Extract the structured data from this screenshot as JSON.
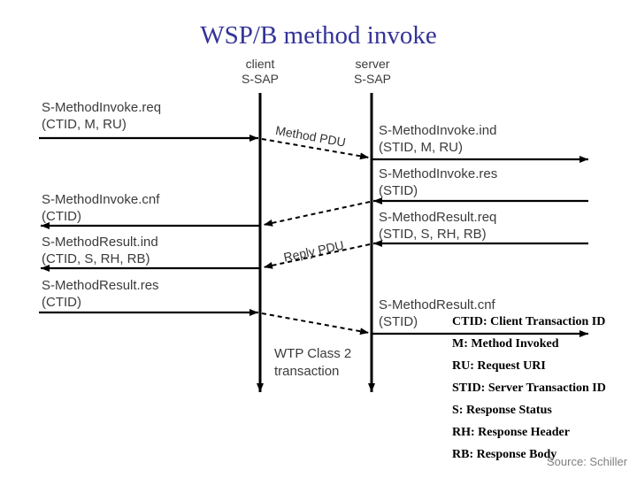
{
  "title": "WSP/B method invoke",
  "lifelines": {
    "client": {
      "role": "client",
      "sap": "S-SAP"
    },
    "server": {
      "role": "server",
      "sap": "S-SAP"
    }
  },
  "messages": {
    "left": [
      {
        "name": "S-MethodInvoke.req",
        "params": "(CTID, M, RU)"
      },
      {
        "name": "S-MethodInvoke.cnf",
        "params": "(CTID)"
      },
      {
        "name": "S-MethodResult.ind",
        "params": "(CTID, S, RH, RB)"
      },
      {
        "name": "S-MethodResult.res",
        "params": "(CTID)"
      }
    ],
    "right": [
      {
        "name": "S-MethodInvoke.ind",
        "params": "(STID, M, RU)"
      },
      {
        "name": "S-MethodInvoke.res",
        "params": "(STID)"
      },
      {
        "name": "S-MethodResult.req",
        "params": "(STID, S, RH, RB)"
      },
      {
        "name": "S-MethodResult.cnf",
        "params": "(STID)"
      }
    ]
  },
  "pdu_labels": {
    "method": "Method PDU",
    "reply": "Reply PDU"
  },
  "wtp_note": {
    "line1": "WTP Class 2",
    "line2": "transaction"
  },
  "legend": [
    "CTID: Client Transaction ID",
    "M: Method Invoked",
    "RU: Request URI",
    "STID: Server Transaction ID",
    "S: Response Status",
    "RH: Response Header",
    "RB: Response Body"
  ],
  "source": "Source: Schiller",
  "colors": {
    "title": "#333399",
    "diagram_text": "#3b3b3b",
    "line": "#000000",
    "source_text": "#808080"
  }
}
